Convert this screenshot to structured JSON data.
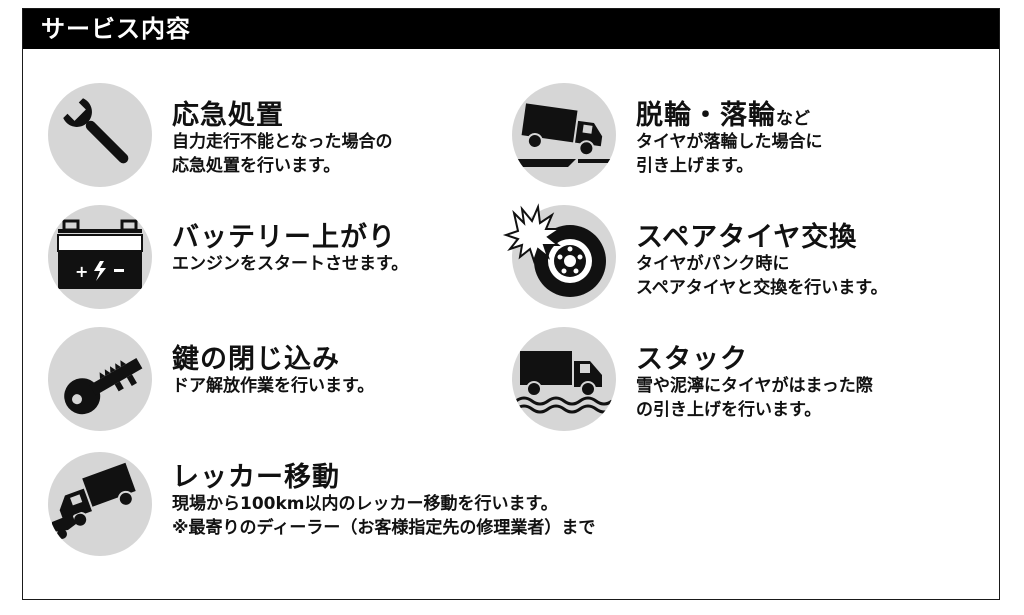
{
  "header": {
    "title": "サービス内容"
  },
  "services": {
    "emergency": {
      "icon": "wrench-icon",
      "title": "応急処置",
      "lines": [
        "自力走行不能となった場合の",
        "応急処置を行います。"
      ]
    },
    "derail": {
      "icon": "truck-tilted-icon",
      "title": "脱輪・落輪",
      "title_suffix": "など",
      "lines": [
        "タイヤが落輪した場合に",
        "引き上げます。"
      ]
    },
    "battery": {
      "icon": "battery-icon",
      "title": "バッテリー上がり",
      "lines": [
        "エンジンをスタートさせます。"
      ]
    },
    "spare_tire": {
      "icon": "tire-burst-icon",
      "title": "スペアタイヤ交換",
      "lines": [
        "タイヤがパンク時に",
        "スペアタイヤと交換を行います。"
      ]
    },
    "lockout": {
      "icon": "key-icon",
      "title": "鍵の閉じ込み",
      "lines": [
        "ドア解放作業を行います。"
      ]
    },
    "stuck": {
      "icon": "truck-stuck-icon",
      "title": "スタック",
      "lines": [
        "雪や泥濘にタイヤがはまった際",
        "の引き上げを行います。"
      ]
    },
    "tow": {
      "icon": "tow-truck-icon",
      "title": "レッカー移動",
      "lines": [
        "現場から100km以内のレッカー移動を行います。",
        "※最寄りのディーラー（お客様指定先の修理業者）まで"
      ]
    }
  }
}
